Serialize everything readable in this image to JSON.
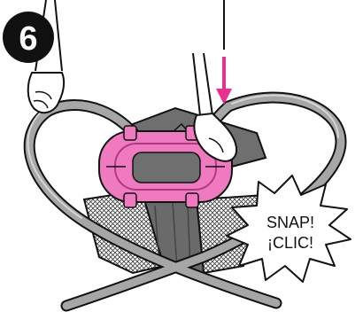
{
  "step": {
    "number": "6"
  },
  "callout": {
    "line1": "SNAP!",
    "line2": "¡CLIC!"
  },
  "colors": {
    "badge": "#111111",
    "frame": "#9a9a9a",
    "fabric": "#777777",
    "mesh": "#5a5a5a",
    "part": "#f07ac0",
    "arrow": "#e8308f"
  }
}
